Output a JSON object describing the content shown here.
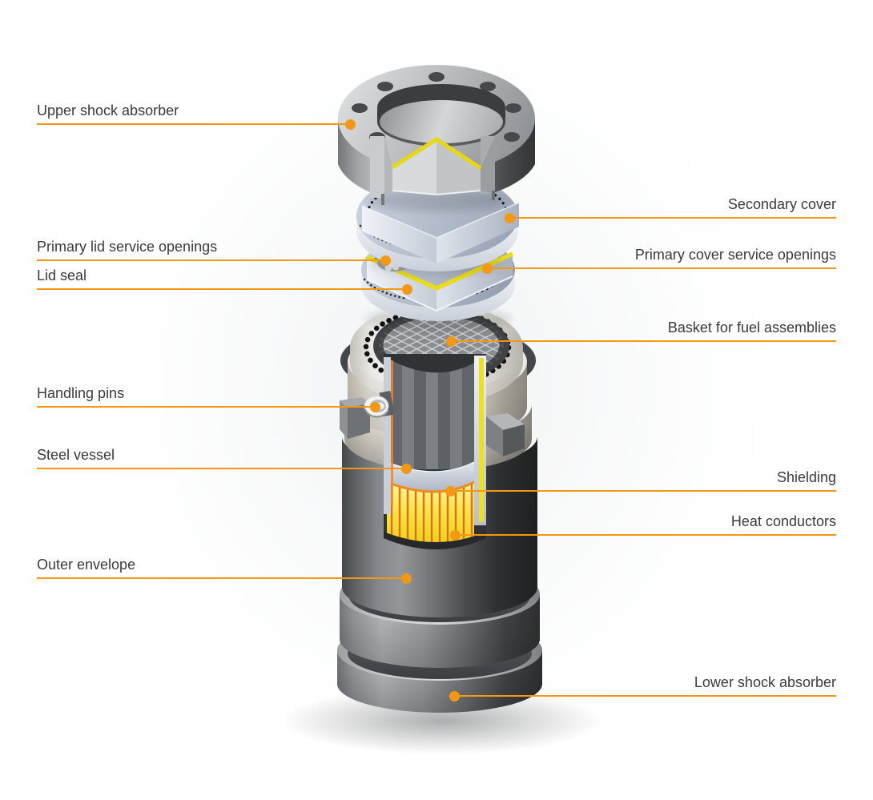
{
  "accent_color": "#F49712",
  "colors": {
    "shielding_yellow": "#F2E23C",
    "heat_conductor_orange": "#F0661C",
    "lid_seal_yellow": "#E9DC1A",
    "label_text": "#3b3b3b"
  },
  "labels": {
    "left": [
      {
        "text": "Upper shock absorber"
      },
      {
        "text": "Primary lid service openings"
      },
      {
        "text": "Lid seal"
      },
      {
        "text": "Handling pins"
      },
      {
        "text": "Steel vessel"
      },
      {
        "text": "Outer envelope"
      }
    ],
    "right": [
      {
        "text": "Secondary cover"
      },
      {
        "text": "Primary cover service openings"
      },
      {
        "text": "Basket for fuel assemblies"
      },
      {
        "text": "Shielding"
      },
      {
        "text": "Heat conductors"
      },
      {
        "text": "Lower shock absorber"
      }
    ]
  }
}
